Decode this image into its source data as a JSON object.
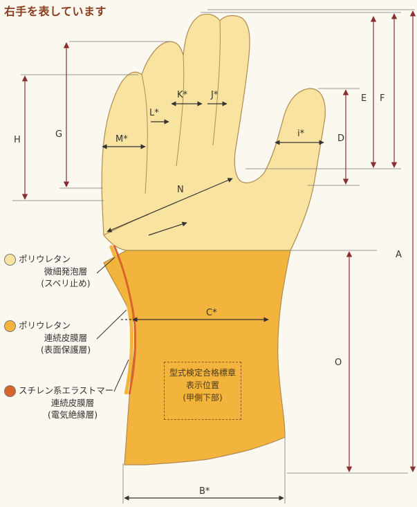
{
  "title": "右手を表しています",
  "dimension_labels": {
    "A": "A",
    "B": "B*",
    "C": "C*",
    "D": "D",
    "E": "E",
    "F": "F",
    "G": "G",
    "H": "H",
    "i": "i*",
    "J": "J*",
    "K": "K*",
    "L": "L*",
    "M": "M*",
    "N": "N",
    "O": "O"
  },
  "legend": [
    {
      "line1": "ポリウレタン",
      "line2": "微細発泡層",
      "line3": "(スベリ止め)",
      "color": "#f8e3a0"
    },
    {
      "line1": "ポリウレタン",
      "line2": "連続皮膜層",
      "line3": "(表面保護層)",
      "color": "#f2b43c"
    },
    {
      "line1": "スチレン系エラストマー",
      "line2": "連続皮膜層",
      "line3": "(電気絶縁層)",
      "color": "#d9642a"
    }
  ],
  "stamp": {
    "line1": "型式検定合格標章",
    "line2": "表示位置",
    "line3": "(甲側下部)"
  },
  "colors": {
    "palm": "#f8e3a0",
    "cuff": "#f2b43c",
    "insulation": "#d9642a",
    "outline": "#b08a52",
    "dimension": "#8a2f2f",
    "title": "#8a3d1e"
  }
}
